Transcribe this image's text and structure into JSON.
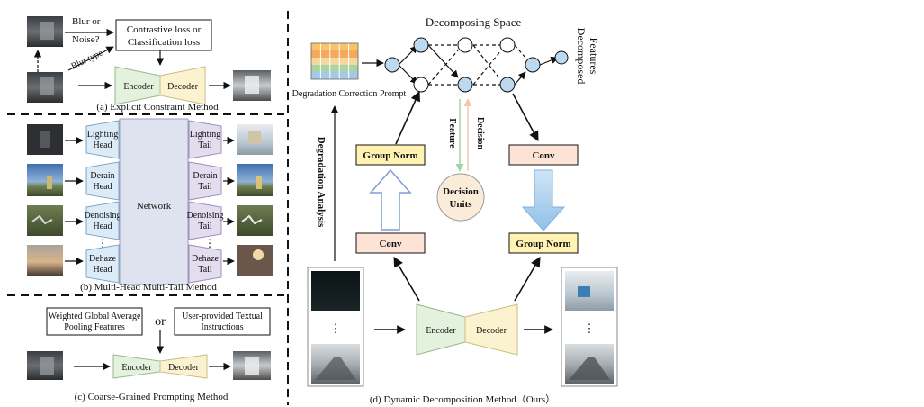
{
  "panel_a": {
    "question_line1": "Blur or",
    "question_line2": "Noise?",
    "blur_type": "Blur type",
    "loss_line1": "Contrastive loss or",
    "loss_line2": "Classification loss",
    "encoder": "Encoder",
    "decoder": "Decoder",
    "caption": "(a) Explicit Constraint Method"
  },
  "panel_b": {
    "heads": [
      {
        "line1": "Lighting",
        "line2": "Head"
      },
      {
        "line1": "Derain",
        "line2": "Head"
      },
      {
        "line1": "Denoising",
        "line2": "Head"
      },
      {
        "line1": "Dehaze",
        "line2": "Head"
      }
    ],
    "tails": [
      {
        "line1": "Lighting",
        "line2": "Tail"
      },
      {
        "line1": "Derain",
        "line2": "Tail"
      },
      {
        "line1": "Denoising",
        "line2": "Tail"
      },
      {
        "line1": "Dehaze",
        "line2": "Tail"
      }
    ],
    "network": "Network",
    "dots": "⋮",
    "caption": "(b)  Multi-Head Multi-Tail Method"
  },
  "panel_c": {
    "pooling_line1": "Weighted Global Average",
    "pooling_line2": "Pooling Features",
    "or": "or",
    "text_line1": "User-provided Textual",
    "text_line2": "Instructions",
    "encoder": "Encoder",
    "decoder": "Decoder",
    "caption": "(c)  Coarse-Grained Prompting Method"
  },
  "panel_d": {
    "decomposing_space": "Decomposing Space",
    "decomposed_line1": "Decomposed",
    "decomposed_line2": "Features",
    "prompt_label": "Degradation Correction Prompt",
    "degradation_analysis": "Degradation Analysis",
    "group_norm": "Group Norm",
    "conv": "Conv",
    "feature": "Feature",
    "decision": "Decision",
    "decision_units_line1": "Decision",
    "decision_units_line2": "Units",
    "encoder": "Encoder",
    "decoder": "Decoder",
    "dots": "⋮",
    "caption": "(d) Dynamic Decomposition Method（Ours）"
  },
  "colors": {
    "encoder_fill": "#e3f2dc",
    "decoder_fill": "#fbf3cf",
    "group_norm_fill": "#fff2b3",
    "conv_fill": "#fde3d6",
    "node_fill": "#bcd9f0",
    "network_fill": "#dfe3ef",
    "head_fill": "#dcebf8",
    "tail_fill": "#e3ddef",
    "decision_fill": "#fbebd9"
  }
}
